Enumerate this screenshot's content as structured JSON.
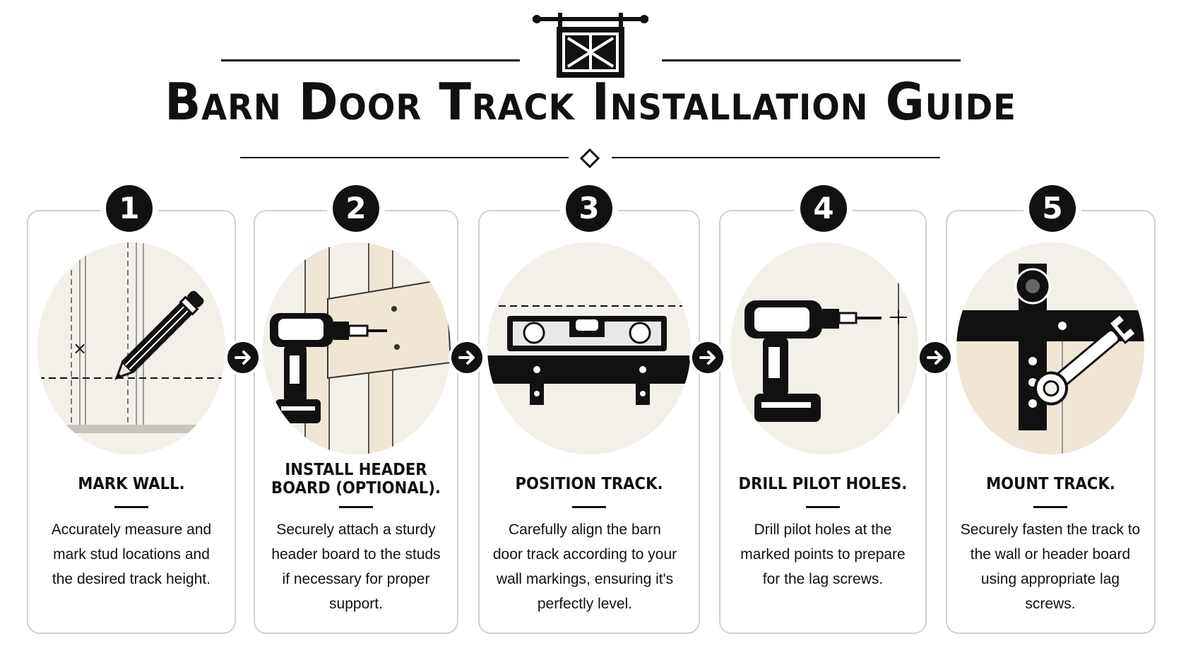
{
  "title": "Barn Door Track Installation Guide",
  "steps": [
    {
      "number": "1",
      "title": "MARK WALL.",
      "description": "Accurately measure and mark stud locations and the desired track height.",
      "icon": "pencil-icon"
    },
    {
      "number": "2",
      "title": "INSTALL HEADER BOARD (OPTIONAL).",
      "description": "Securely attach a sturdy header board to the studs if necessary for proper support.",
      "icon": "drill-icon"
    },
    {
      "number": "3",
      "title": "POSITION TRACK.",
      "description": "Carefully align the barn door track according to your wall markings, ensuring it's perfectly level.",
      "icon": "level-icon"
    },
    {
      "number": "4",
      "title": "DRILL PILOT HOLES.",
      "description": "Drill pilot holes at the marked points to prepare for the lag screws.",
      "icon": "drill-icon"
    },
    {
      "number": "5",
      "title": "MOUNT TRACK.",
      "description": "Securely fasten the track to the wall or header board using appropriate lag screws.",
      "icon": "wrench-icon"
    }
  ],
  "colors": {
    "ink": "#111111",
    "card_border": "#d6cfc6",
    "circle_bg": "#f3f0ea",
    "wood": "#efe6d6"
  }
}
